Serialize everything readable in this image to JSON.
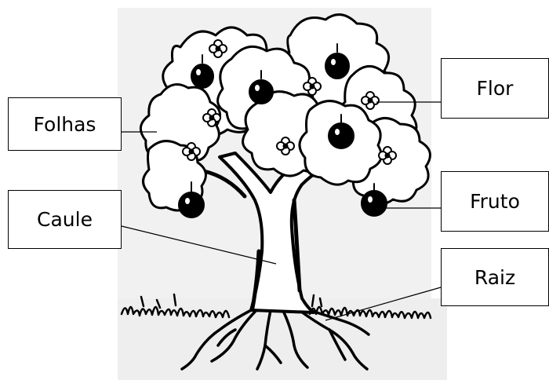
{
  "labels": {
    "folhas": "Folhas",
    "caule": "Caule",
    "flor": "Flor",
    "fruto": "Fruto",
    "raiz": "Raiz"
  },
  "colors": {
    "ink": "#000000",
    "paper": "#ffffff",
    "backdrop": "#eeeeee"
  }
}
